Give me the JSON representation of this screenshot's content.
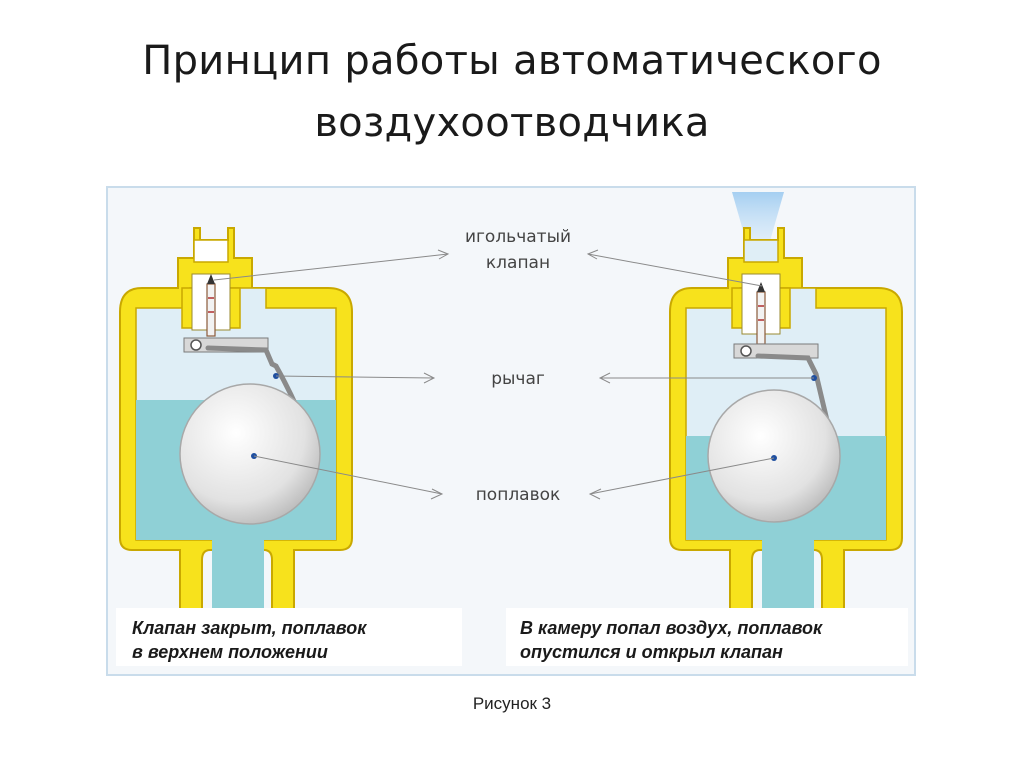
{
  "slide": {
    "title_line1": "Принцип работы автоматического",
    "title_line2": "воздухоотводчика",
    "caption": "Рисунок 3"
  },
  "labels": {
    "needle_valve_line1": "игольчатый",
    "needle_valve_line2": "клапан",
    "lever": "рычаг",
    "float": "поплавок"
  },
  "states": [
    {
      "line1": "Клапан закрыт, поплавок",
      "line2": "в верхнем положении",
      "water_level": 0.75
    },
    {
      "line1": "В камеру попал воздух, поплавок",
      "line2": "опустился и открыл клапан",
      "water_level": 0.5
    }
  ],
  "colors": {
    "body": "#f7e21c",
    "body_outline": "#c9a800",
    "water": "#8fd0d6",
    "air": "#dfeef6",
    "float": "#e4e4e4",
    "air_jet": "#b6d8f2"
  }
}
